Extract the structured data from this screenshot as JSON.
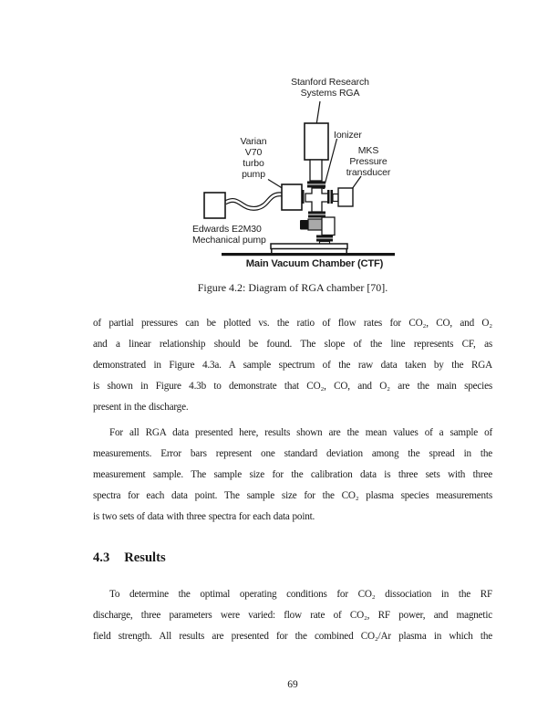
{
  "figure": {
    "caption": "Figure 4.2: Diagram of RGA chamber [70].",
    "labels": {
      "rga": {
        "lines": [
          "Stanford Research",
          "Systems RGA"
        ]
      },
      "turbo": {
        "lines": [
          "Varian",
          "V70",
          "turbo",
          "pump"
        ]
      },
      "ionizer": "Ionizer",
      "mks": {
        "lines": [
          "MKS",
          "Pressure",
          "transducer"
        ]
      },
      "mech": {
        "lines": [
          "Edwards E2M30",
          "Mechanical pump"
        ]
      },
      "chamber": "Main Vacuum Chamber (CTF)"
    }
  },
  "section": {
    "number": "4.3",
    "title": "Results"
  },
  "paragraphs": {
    "p1": {
      "lines": [
        "of partial pressures can be plotted vs. the ratio of flow rates for CO₂, CO, and O₂",
        "and a linear relationship should be found. The slope of the line represents CF, as",
        "demonstrated in Figure 4.3a. A sample spectrum of the raw data taken by the RGA",
        "is shown in Figure 4.3b to demonstrate that CO₂, CO, and O₂ are the main species",
        "present in the discharge."
      ]
    },
    "p2": {
      "lines": [
        "For all RGA data presented here, results shown are the mean values of a sample of",
        "measurements. Error bars represent one standard deviation among the spread in the",
        "measurement sample. The sample size for the calibration data is three sets with three",
        "spectra for each data point. The sample size for the CO₂ plasma species measurements",
        "is two sets of data with three spectra for each data point."
      ]
    },
    "p3": {
      "lines": [
        "To determine the optimal operating conditions for CO₂ dissociation in the RF",
        "discharge, three parameters were varied: flow rate of CO₂, RF power, and magnetic",
        "field strength. All results are presented for the combined CO₂/Ar plasma in which the"
      ]
    }
  },
  "page": {
    "number": "69"
  },
  "colors": {
    "ink": "#1a1a1a",
    "paper": "#ffffff",
    "valve_gray": "#a9a9a9",
    "flange_dark": "#151515"
  }
}
